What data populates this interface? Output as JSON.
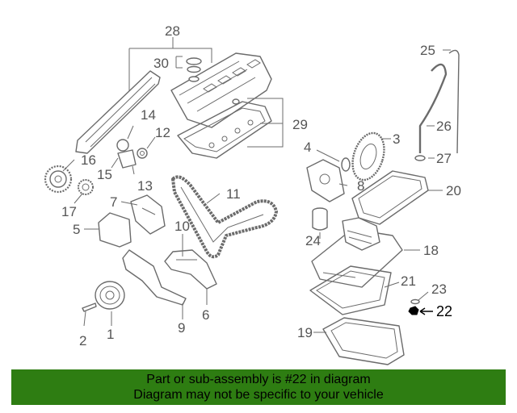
{
  "callouts": {
    "c1": "1",
    "c2": "2",
    "c3": "3",
    "c4": "4",
    "c5": "5",
    "c6": "6",
    "c7": "7",
    "c8": "8",
    "c9": "9",
    "c10": "10",
    "c11": "11",
    "c12": "12",
    "c13": "13",
    "c14": "14",
    "c15": "15",
    "c16": "16",
    "c17": "17",
    "c18": "18",
    "c19": "19",
    "c20": "20",
    "c21": "21",
    "c22": "22",
    "c23": "23",
    "c24": "24",
    "c25": "25",
    "c26": "26",
    "c27": "27",
    "c28": "28",
    "c29": "29",
    "c30": "30"
  },
  "highlighted_part": "22",
  "colors": {
    "banner": "#2e7d12",
    "line_art": "#6b6b6b",
    "highlight": "#000000"
  },
  "banner": {
    "line1": "Part or sub-assembly is #22 in diagram",
    "line2": "Diagram may not be specific to your vehicle"
  }
}
